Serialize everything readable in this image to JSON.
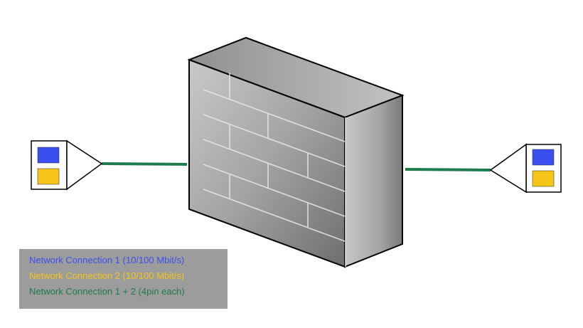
{
  "colors": {
    "connection_1": "#3b4ef0",
    "connection_2": "#f5c518",
    "connection_both": "#1e7b4a",
    "legend_background": "#9c9c9c",
    "firewall": "#9a9a9a"
  },
  "devices": {
    "left": {
      "port_icons": [
        "network-port-1-icon",
        "network-port-2-icon"
      ]
    },
    "right": {
      "port_icons": [
        "network-port-1-icon",
        "network-port-2-icon"
      ]
    }
  },
  "center_device_icon": "firewall-brick-wall-icon",
  "legend": {
    "items": [
      {
        "label": "Network Connection 1 (10/100 Mbit/s)",
        "color": "#3b4ef0"
      },
      {
        "label": "Network Connection 2 (10/100 Mbit/s)",
        "color": "#f5c518"
      },
      {
        "label": "Network Connection 1 + 2 (4pin each)",
        "color": "#1e7b4a"
      }
    ]
  }
}
